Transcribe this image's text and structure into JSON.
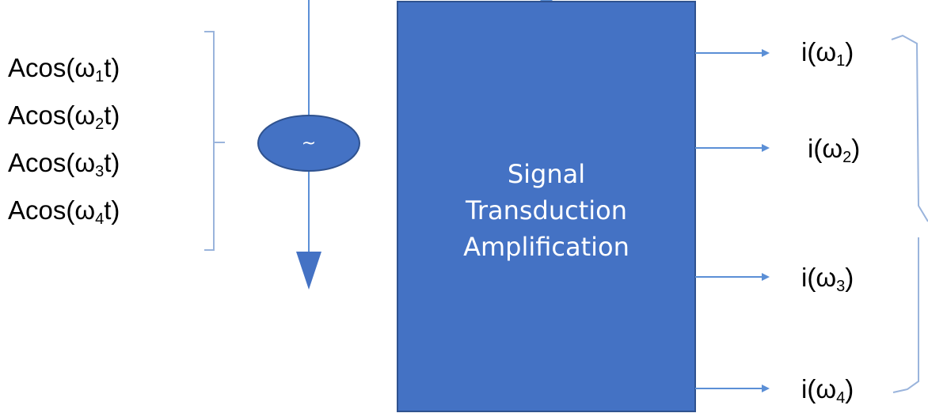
{
  "inputs": [
    {
      "prefix": "Acos(ω",
      "sub": "1",
      "suffix": "t)"
    },
    {
      "prefix": "Acos(ω",
      "sub": "2",
      "suffix": "t)"
    },
    {
      "prefix": "Acos(ω",
      "sub": "3",
      "suffix": "t)"
    },
    {
      "prefix": "Acos(ω",
      "sub": "4",
      "suffix": "t)"
    }
  ],
  "source": {
    "symbol": "~"
  },
  "block": {
    "line1": "Signal",
    "line2": "Transduction",
    "line3": "Amplification"
  },
  "outputs": [
    {
      "prefix": "i(ω",
      "sub": "1",
      "suffix": ")"
    },
    {
      "prefix": "i(ω",
      "sub": "2",
      "suffix": ")"
    },
    {
      "prefix": "i(ω",
      "sub": "3",
      "suffix": ")"
    },
    {
      "prefix": "i(ω",
      "sub": "4",
      "suffix": ")"
    }
  ],
  "colors": {
    "block_fill": "#4472c4",
    "block_border": "#2f528f",
    "arrow": "#5b8fd6",
    "bracket": "#9ab4dc",
    "text": "#000000"
  }
}
